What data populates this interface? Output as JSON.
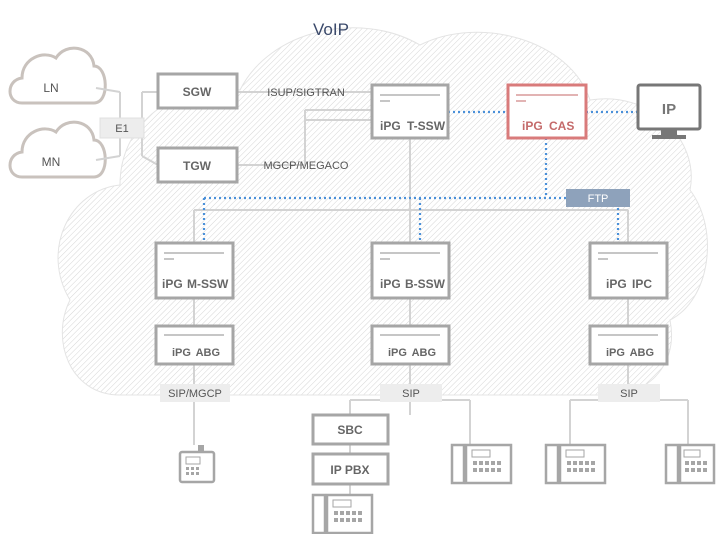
{
  "title": "VoIP",
  "clouds": {
    "ln": "LN",
    "mn": "MN"
  },
  "trunk": {
    "e1": "E1"
  },
  "gateways": {
    "sgw": "SGW",
    "tgw": "TGW"
  },
  "protocols": {
    "isup": "ISUP/SIGTRAN",
    "mgcp": "MGCP/MEGACO",
    "ftp": "FTP",
    "sip_mgcp": "SIP/MGCP",
    "sip_mid": "SIP",
    "sip_right": "SIP"
  },
  "brand": {
    "mark": "iPG"
  },
  "nodes": {
    "tssw": "T-SSW",
    "cas": "CAS",
    "mssw": "M-SSW",
    "bssw": "B-SSW",
    "ipc": "IPC",
    "abg1": "ABG",
    "abg2": "ABG",
    "abg3": "ABG"
  },
  "edge": {
    "sbc": "SBC",
    "ippbx": "IP PBX"
  },
  "phone_label": "IP",
  "colors": {
    "line": "#d3d3d3",
    "dotted": "#4a90d9",
    "box_border": "#a6a6a6",
    "box_text": "#666666",
    "cas_border": "#d97b7b",
    "title": "#3b4a6b",
    "ftp_badge": "#8ea2bb"
  }
}
